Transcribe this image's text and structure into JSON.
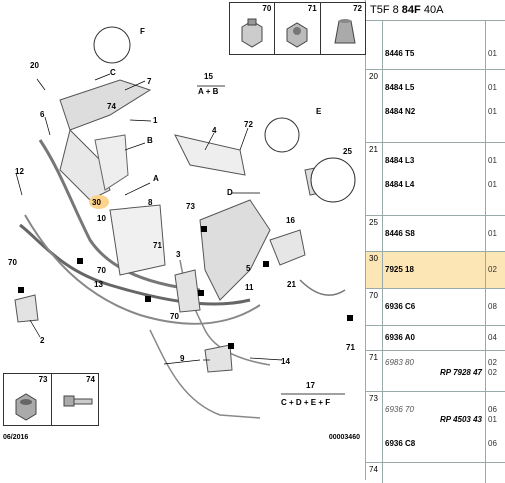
{
  "header": {
    "prefix": "T5F 8",
    "bold_code": "84F",
    "suffix": "40A"
  },
  "fasteners_top": [
    {
      "num": "70",
      "icon": "nut-icon"
    },
    {
      "num": "71",
      "icon": "nut-icon"
    },
    {
      "num": "72",
      "icon": "rubber-stop-icon"
    }
  ],
  "fasteners_bottom": [
    {
      "num": "73",
      "icon": "nut-icon"
    },
    {
      "num": "74",
      "icon": "bolt-icon"
    }
  ],
  "callouts": {
    "c20": "20",
    "cF": "F",
    "cC": "C",
    "c7": "7",
    "c74": "74",
    "c1": "1",
    "c6": "6",
    "c15": "15",
    "c15sub": "A + B",
    "c72": "72",
    "cE": "E",
    "c4": "4",
    "cB": "B",
    "c12": "12",
    "cA": "A",
    "c30": "30",
    "c10": "10",
    "c8": "8",
    "c73": "73",
    "c16": "16",
    "c25": "25",
    "cD": "D",
    "c70a": "70",
    "c70b": "70",
    "c13": "13",
    "c3": "3",
    "c71a": "71",
    "c71b": "71",
    "c71c": "71",
    "c11": "11",
    "c21": "21",
    "c2": "2",
    "c9": "9",
    "c14": "14",
    "c17": "17",
    "c17sub": "C + D + E + F",
    "c5": "5"
  },
  "footer_left": "06/2016",
  "footer_right": "00003460",
  "parts": [
    {
      "num": "",
      "lines": [
        {
          "code": "8446 T5",
          "qty": "01"
        }
      ]
    },
    {
      "num": "20",
      "lines": [
        {
          "code": "8484 L5",
          "qty": "01"
        },
        {
          "code": "8484 N2",
          "qty": "01"
        }
      ]
    },
    {
      "num": "21",
      "lines": [
        {
          "code": "8484 L3",
          "qty": "01"
        },
        {
          "code": "8484 L4",
          "qty": "01"
        }
      ]
    },
    {
      "num": "25",
      "lines": [
        {
          "code": "8446 S8",
          "qty": "01"
        }
      ]
    },
    {
      "num": "30",
      "selected": true,
      "lines": [
        {
          "code": "7925 18",
          "qty": "02"
        }
      ]
    },
    {
      "num": "70",
      "lines": [
        {
          "code": "6936 C6",
          "qty": "08"
        }
      ]
    },
    {
      "num": "",
      "lines": [
        {
          "code": "6936 A0",
          "qty": "04"
        }
      ]
    },
    {
      "num": "71",
      "lines": [
        {
          "code": "6983 80",
          "qty": "02",
          "italic": true
        },
        {
          "code": "RP 7928 47",
          "qty": "02",
          "rp": true
        }
      ]
    },
    {
      "num": "73",
      "lines": [
        {
          "code": "6936 70",
          "qty": "06",
          "italic": true
        },
        {
          "code": "RP 4503 43",
          "qty": "01",
          "rp": true
        },
        {
          "code": "6936 C8",
          "qty": "06"
        }
      ]
    },
    {
      "num": "74",
      "lines": []
    }
  ]
}
